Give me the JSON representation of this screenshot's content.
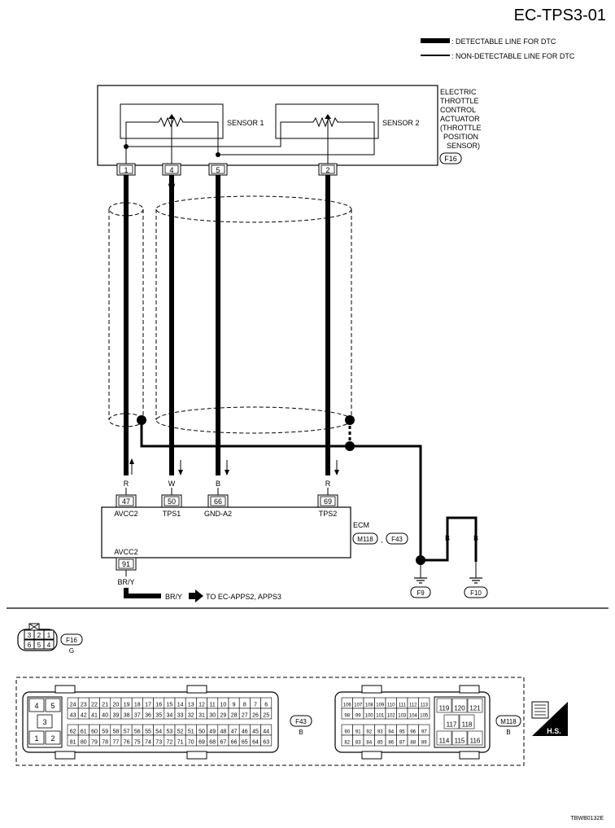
{
  "page_id": "EC-TPS3-01",
  "figure_code": "TBWB0132E",
  "legend": {
    "detectable": ": DETECTABLE LINE FOR DTC",
    "non_detectable": ": NON-DETECTABLE LINE FOR DTC"
  },
  "actuator": {
    "lines": [
      "ELECTRIC",
      "THROTTLE",
      "CONTROL",
      "ACTUATOR",
      "(THROTTLE",
      "POSITION",
      "SENSOR)"
    ],
    "connector": "F16",
    "sensor1": "SENSOR 1",
    "sensor2": "SENSOR 2",
    "pins": [
      "1",
      "4",
      "5",
      "2"
    ]
  },
  "wires": [
    {
      "color": "R",
      "ecm_pin": "47",
      "ecm_label": "AVCC2"
    },
    {
      "color": "W",
      "ecm_pin": "50",
      "ecm_label": "TPS1"
    },
    {
      "color": "B",
      "ecm_pin": "66",
      "ecm_label": "GND-A2"
    },
    {
      "color": "R",
      "ecm_pin": "69",
      "ecm_label": "TPS2"
    }
  ],
  "ecm": {
    "label": "ECM",
    "connectors": [
      "M118",
      "F43"
    ],
    "separator": ",",
    "out_label": "AVCC2",
    "out_pin": "91",
    "out_wire": "BR/Y",
    "out_dest_wire": "BR/Y",
    "out_dest_text": "TO EC-APPS2, APPS3"
  },
  "grounds": {
    "g1": "F9",
    "g2": "F10",
    "wire_b1": "B",
    "wire_b2": "B"
  },
  "connector_f16": {
    "name": "F16",
    "color": "G",
    "pins": [
      "3",
      "2",
      "1",
      "6",
      "5",
      "4"
    ]
  },
  "connector_f43": {
    "name": "F43",
    "color": "B",
    "big_pins": [
      "4",
      "5",
      "3",
      "1",
      "2"
    ],
    "row1": [
      "24",
      "23",
      "22",
      "21",
      "20",
      "19",
      "18",
      "17",
      "16",
      "15",
      "14",
      "13",
      "12",
      "11",
      "10",
      "9",
      "8",
      "7",
      "6"
    ],
    "row2": [
      "43",
      "42",
      "41",
      "40",
      "39",
      "38",
      "37",
      "36",
      "35",
      "34",
      "33",
      "32",
      "31",
      "30",
      "29",
      "28",
      "27",
      "26",
      "25"
    ],
    "row3": [
      "62",
      "61",
      "60",
      "59",
      "58",
      "57",
      "56",
      "55",
      "54",
      "53",
      "52",
      "51",
      "50",
      "49",
      "48",
      "47",
      "46",
      "45",
      "44"
    ],
    "row4": [
      "81",
      "80",
      "79",
      "78",
      "77",
      "76",
      "75",
      "74",
      "73",
      "72",
      "71",
      "70",
      "69",
      "68",
      "67",
      "66",
      "65",
      "64",
      "63"
    ]
  },
  "connector_m118": {
    "name": "M118",
    "color": "B",
    "row1": [
      "106",
      "107",
      "108",
      "109",
      "110",
      "111",
      "112",
      "113"
    ],
    "row2": [
      "98",
      "99",
      "100",
      "101",
      "102",
      "103",
      "104",
      "105"
    ],
    "row3": [
      "90",
      "91",
      "92",
      "93",
      "94",
      "95",
      "96",
      "97"
    ],
    "row4": [
      "82",
      "83",
      "84",
      "85",
      "86",
      "87",
      "88",
      "89"
    ],
    "big": [
      "119",
      "120",
      "121",
      "117",
      "118",
      "114",
      "115",
      "116"
    ]
  },
  "hs_badge": "H.S."
}
